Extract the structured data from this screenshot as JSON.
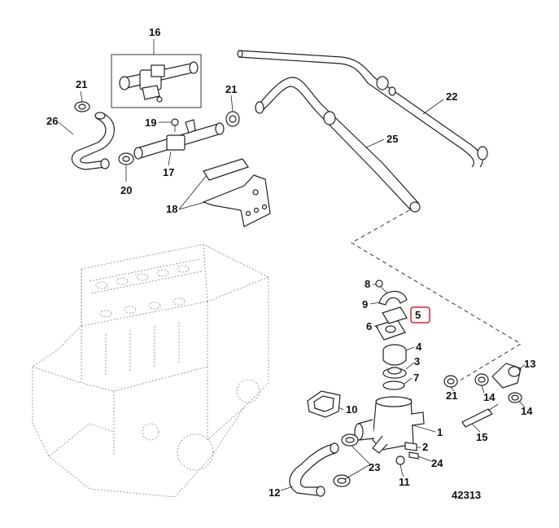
{
  "figure_id": "42313",
  "callouts": [
    "1",
    "2",
    "3",
    "4",
    "5",
    "6",
    "7",
    "8",
    "9",
    "10",
    "11",
    "12",
    "13",
    "14",
    "15",
    "16",
    "17",
    "18",
    "19",
    "20",
    "21",
    "22",
    "23",
    "24",
    "25",
    "26"
  ],
  "highlight": {
    "callout": "5",
    "color": "#e0202a"
  },
  "colors": {
    "line": "#222222",
    "engine": "#888888",
    "highlight": "#e0202a"
  }
}
